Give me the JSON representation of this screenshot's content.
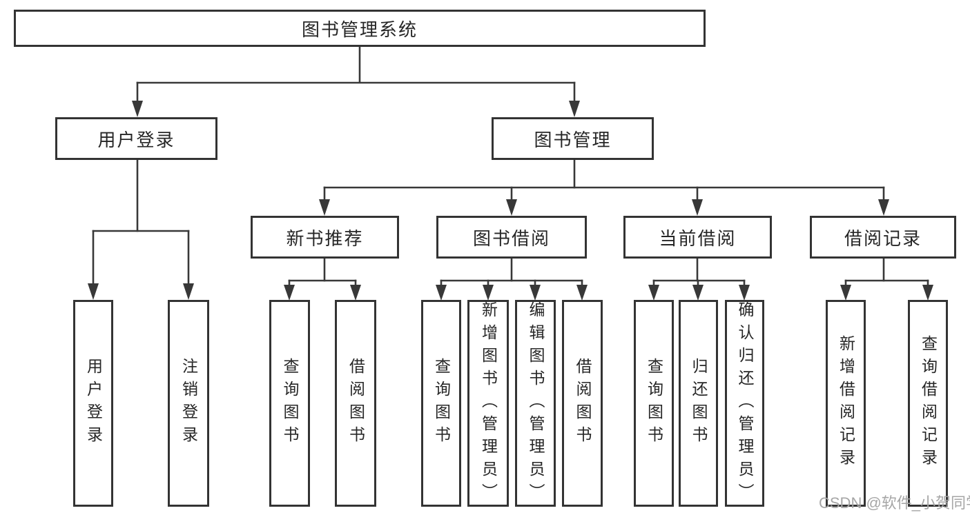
{
  "colors": {
    "line": "#383838",
    "box_border": "#333333",
    "text": "#262626",
    "watermark": "#a6a6a6",
    "background": "#ffffff"
  },
  "tree": {
    "root": "图书管理系统",
    "branches": [
      {
        "label": "用户登录",
        "children": [
          "用户登录",
          "注销登录"
        ]
      },
      {
        "label": "图书管理",
        "groups": [
          {
            "label": "新书推荐",
            "children": [
              "查询图书",
              "借阅图书"
            ]
          },
          {
            "label": "图书借阅",
            "children": [
              "查询图书",
              "新增图书（管理员）",
              "编辑图书（管理员）",
              "借阅图书"
            ]
          },
          {
            "label": "当前借阅",
            "children": [
              "查询图书",
              "归还图书",
              "确认归还（管理员）"
            ]
          },
          {
            "label": "借阅记录",
            "children": [
              "新增借阅记录",
              "查询借阅记录"
            ]
          }
        ]
      }
    ]
  },
  "watermark": "CSDN @软件_小贺同学"
}
